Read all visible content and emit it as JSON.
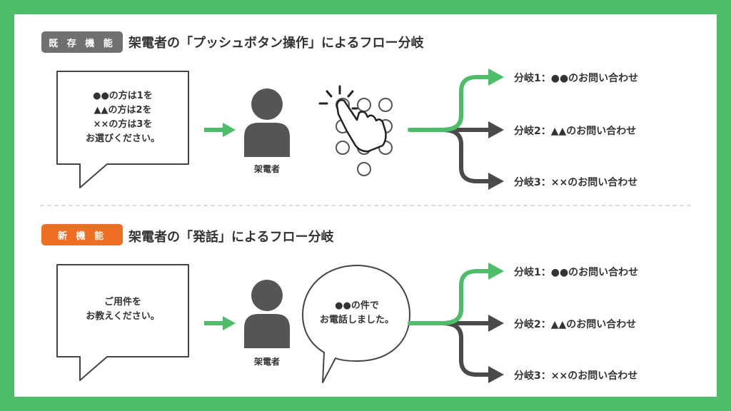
{
  "existing": {
    "badge": "既 存 機 能",
    "title": "架電者の「プッシュボタン操作」によるフロー分岐",
    "guidance": [
      "●●の方は1を",
      "▲▲の方は2を",
      "××の方は3を",
      "お選びください。"
    ],
    "person_label": "架電者",
    "branches": [
      "分岐1：●●のお問い合わせ",
      "分岐2：▲▲のお問い合わせ",
      "分岐3：××のお問い合わせ"
    ]
  },
  "new": {
    "badge": "新 機 能",
    "title": "架電者の「発話」によるフロー分岐",
    "guidance": [
      "ご用件を",
      "お教えください。"
    ],
    "person_label": "架電者",
    "speech": [
      "●●の件で",
      "お電話しました。"
    ],
    "branches": [
      "分岐1：●●のお問い合わせ",
      "分岐2：▲▲のお問い合わせ",
      "分岐3：××のお問い合わせ"
    ]
  },
  "colors": {
    "frame": "#4dbd6a",
    "existing_badge": "#707070",
    "new_badge": "#ee6f24",
    "arrow_green": "#4dbd6a",
    "arrow_gray": "#4a4a4a"
  }
}
